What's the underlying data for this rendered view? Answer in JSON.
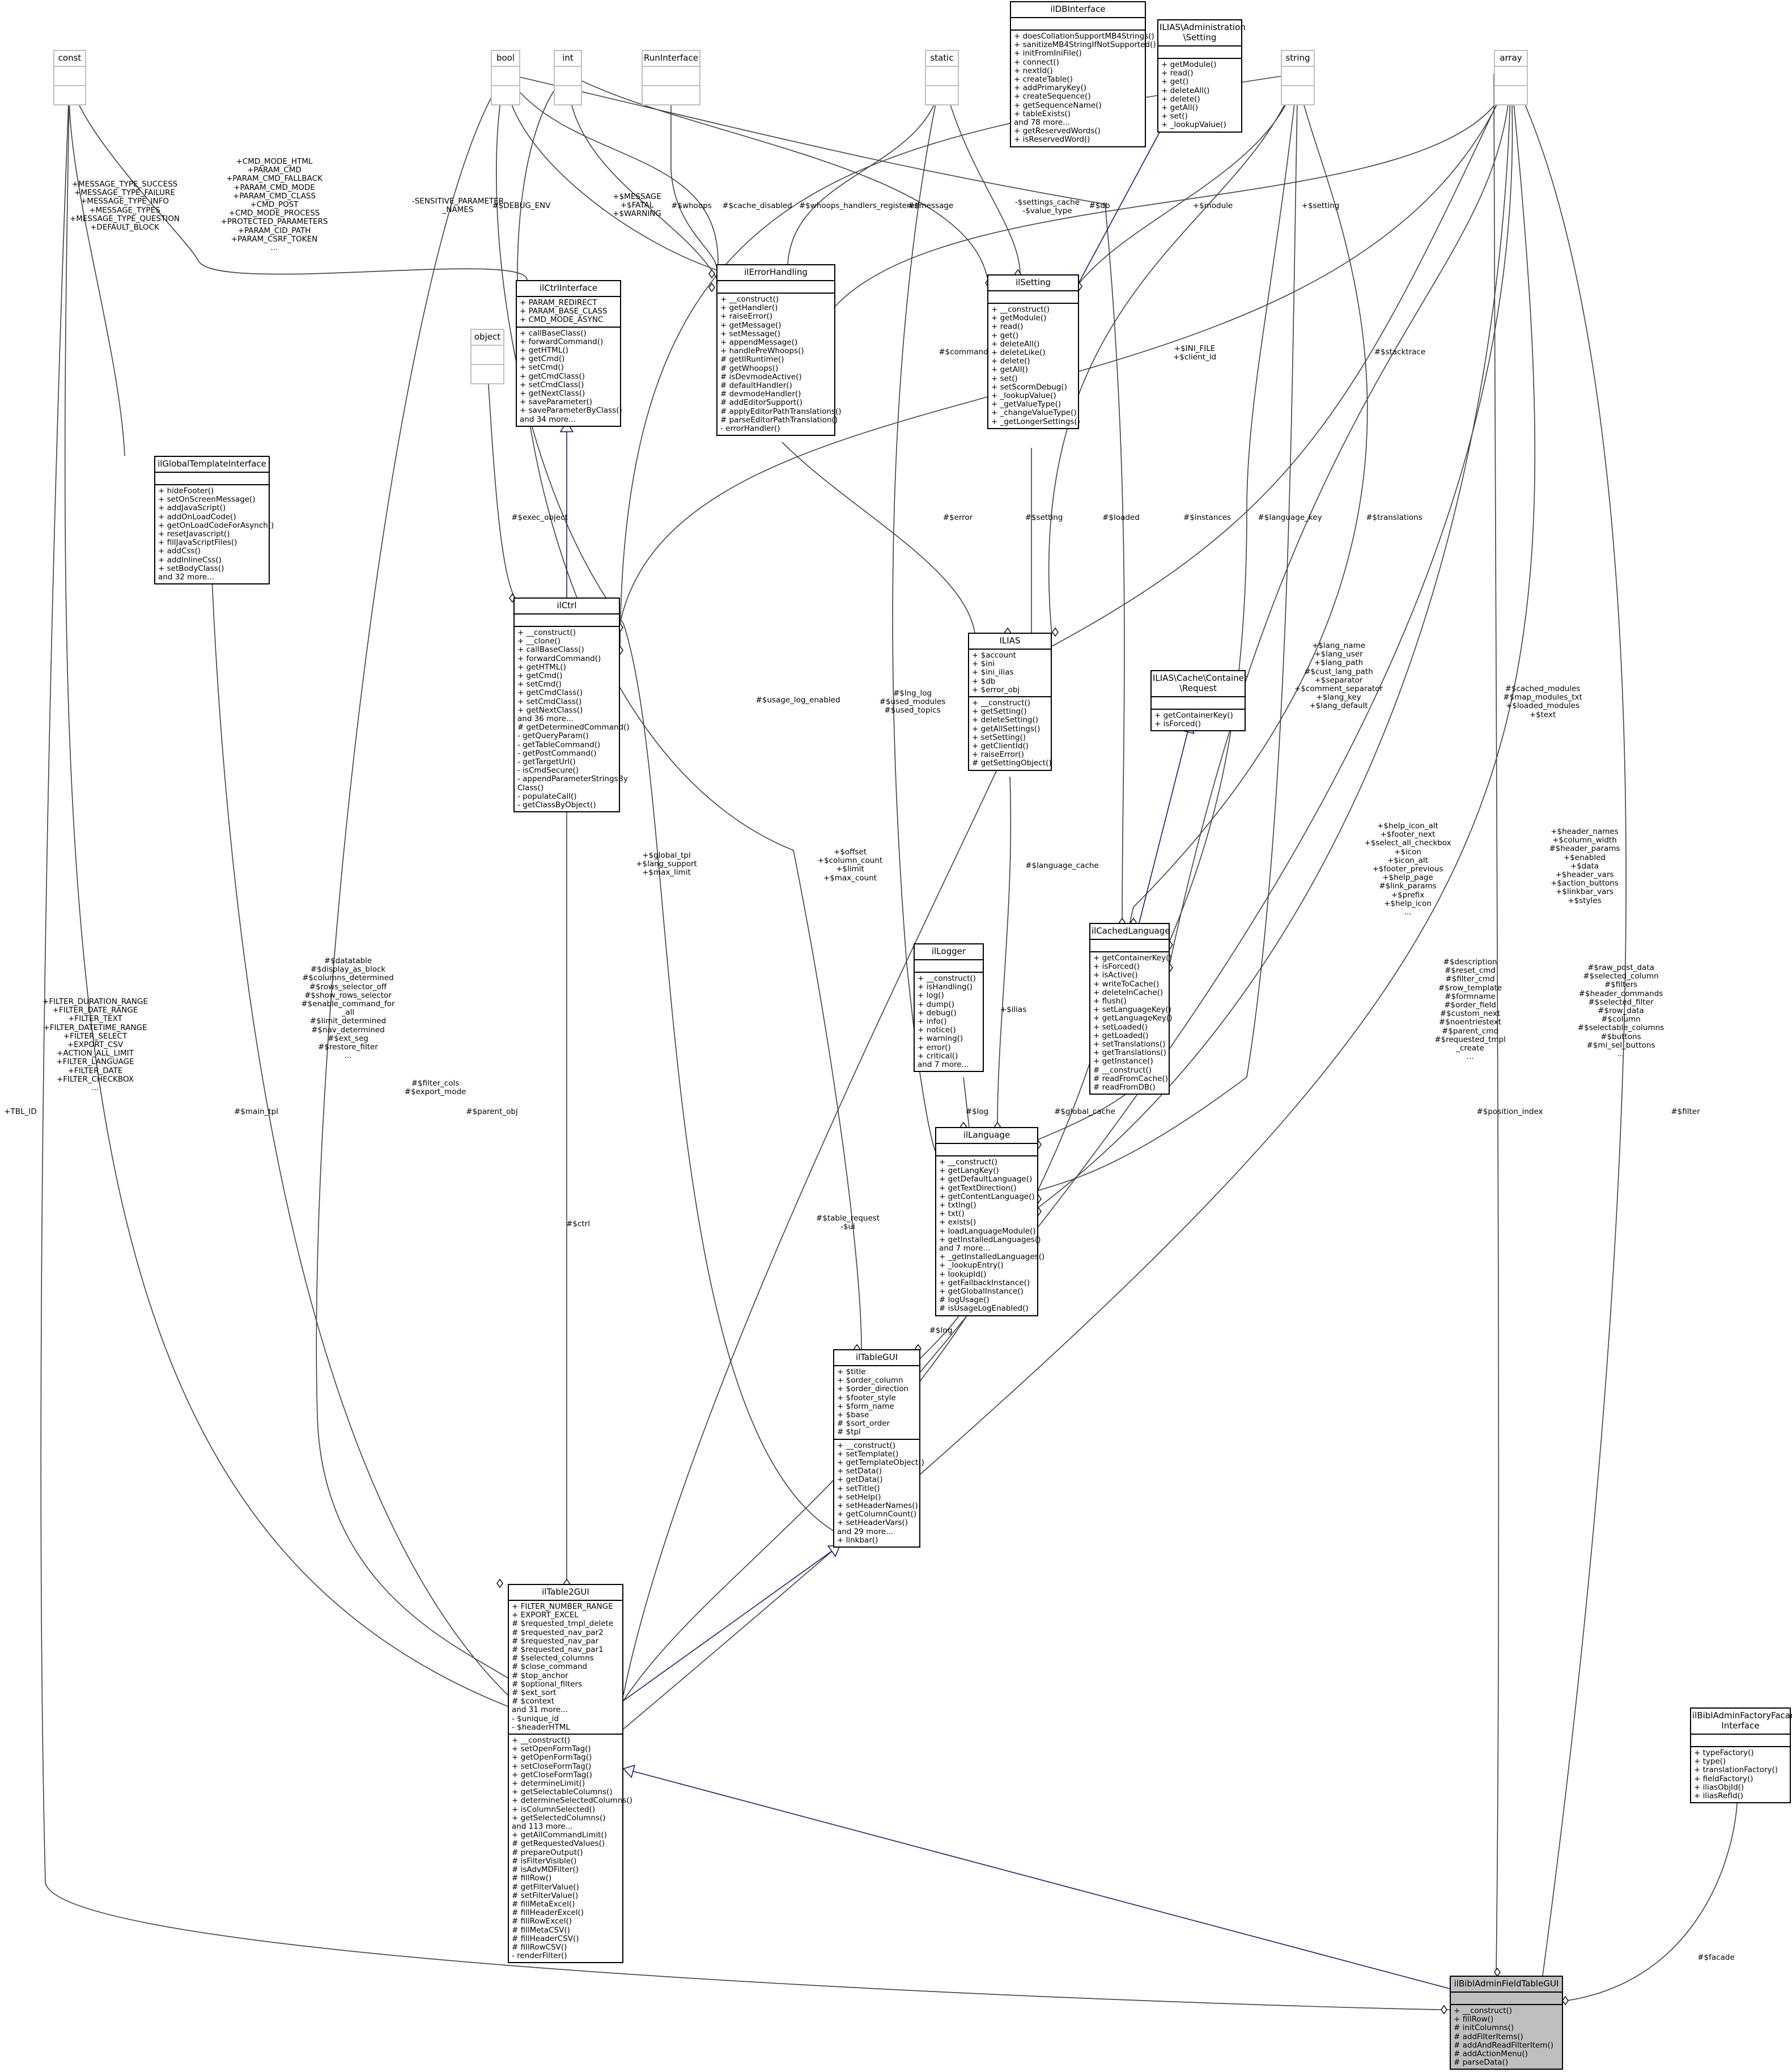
{
  "classes": {
    "const": {
      "title": "const",
      "attrs": [],
      "ops": []
    },
    "bool": {
      "title": "bool",
      "attrs": [],
      "ops": []
    },
    "int": {
      "title": "int",
      "attrs": [],
      "ops": []
    },
    "RunInterface": {
      "title": "RunInterface",
      "attrs": [],
      "ops": []
    },
    "static": {
      "title": "static",
      "attrs": [],
      "ops": []
    },
    "string": {
      "title": "string",
      "attrs": [],
      "ops": []
    },
    "array": {
      "title": "array",
      "attrs": [],
      "ops": []
    },
    "object": {
      "title": "object",
      "attrs": [],
      "ops": []
    },
    "ilDBInterface": {
      "title": "ilDBInterface",
      "attrs": [],
      "ops": [
        "+ doesCollationSupportMB4Strings()",
        "+ sanitizeMB4StringIfNotSupported()",
        "+ initFromIniFile()",
        "+ connect()",
        "+ nextId()",
        "+ createTable()",
        "+ addPrimaryKey()",
        "+ createSequence()",
        "+ getSequenceName()",
        "+ tableExists()",
        "and 78 more...",
        "+ getReservedWords()",
        "+ isReservedWord()"
      ]
    },
    "AdminSetting": {
      "title": "ILIAS\\Administration\n\\Setting",
      "attrs": [],
      "ops": [
        "+ getModule()",
        "+ read()",
        "+ get()",
        "+ deleteAll()",
        "+ delete()",
        "+ getAll()",
        "+ set()",
        "+ _lookupValue()"
      ]
    },
    "ilCtrlInterface": {
      "title": "ilCtrlInterface",
      "attrs": [
        "+ PARAM_REDIRECT",
        "+ PARAM_BASE_CLASS",
        "+ CMD_MODE_ASYNC"
      ],
      "ops": [
        "+ callBaseClass()",
        "+ forwardCommand()",
        "+ getHTML()",
        "+ getCmd()",
        "+ setCmd()",
        "+ getCmdClass()",
        "+ setCmdClass()",
        "+ getNextClass()",
        "+ saveParameter()",
        "+ saveParameterByClass()",
        "and 34 more..."
      ]
    },
    "ilErrorHandling": {
      "title": "ilErrorHandling",
      "attrs": [],
      "ops": [
        "+ __construct()",
        "+ getHandler()",
        "+ raiseError()",
        "+ getMessage()",
        "+ setMessage()",
        "+ appendMessage()",
        "+ handlePreWhoops()",
        "# getIlRuntime()",
        "# getWhoops()",
        "# isDevmodeActive()",
        "# defaultHandler()",
        "# devmodeHandler()",
        "# addEditorSupport()",
        "# applyEditorPathTranslations()",
        "# parseEditorPathTranslation()",
        "- errorHandler()"
      ]
    },
    "ilSetting": {
      "title": "ilSetting",
      "attrs": [],
      "ops": [
        "+ __construct()",
        "+ getModule()",
        "+ read()",
        "+ get()",
        "+ deleteAll()",
        "+ deleteLike()",
        "+ delete()",
        "+ getAll()",
        "+ set()",
        "+ setScormDebug()",
        "+ _lookupValue()",
        "+ _getValueType()",
        "+ _changeValueType()",
        "+ _getLongerSettings()"
      ]
    },
    "ilGlobalTemplateInterface": {
      "title": "ilGlobalTemplateInterface",
      "attrs": [],
      "ops": [
        "+ hideFooter()",
        "+ setOnScreenMessage()",
        "+ addJavaScript()",
        "+ addOnLoadCode()",
        "+ getOnLoadCodeForAsynch()",
        "+ resetJavascript()",
        "+ fillJavaScriptFiles()",
        "+ addCss()",
        "+ addInlineCss()",
        "+ setBodyClass()",
        "and 32 more..."
      ]
    },
    "ilCtrl": {
      "title": "ilCtrl",
      "attrs": [],
      "ops": [
        "+ __construct()",
        "+ __clone()",
        "+ callBaseClass()",
        "+ forwardCommand()",
        "+ getHTML()",
        "+ getCmd()",
        "+ setCmd()",
        "+ getCmdClass()",
        "+ setCmdClass()",
        "+ getNextClass()",
        "and 36 more...",
        "# getDeterminedCommand()",
        "- getQueryParam()",
        "- getTableCommand()",
        "- getPostCommand()",
        "- getTargetUrl()",
        "- isCmdSecure()",
        "- appendParameterStringsBy",
        "Class()",
        "- populateCall()",
        "- getClassByObject()"
      ]
    },
    "ILIAS": {
      "title": "ILIAS",
      "attrs": [
        "+ $account",
        "+ $ini",
        "+ $ini_ilias",
        "+ $db",
        "+ $error_obj"
      ],
      "ops": [
        "+ __construct()",
        "+ getSetting()",
        "+ deleteSetting()",
        "+ getAllSettings()",
        "+ setSetting()",
        "+ getClientId()",
        "+ raiseError()",
        "# getSettingObject()"
      ]
    },
    "CacheRequest": {
      "title": "ILIAS\\Cache\\Container\n\\Request",
      "attrs": [],
      "ops": [
        "+ getContainerKey()",
        "+ isForced()"
      ]
    },
    "ilCachedLanguage": {
      "title": "ilCachedLanguage",
      "attrs": [],
      "ops": [
        "+ getContainerKey()",
        "+ isForced()",
        "+ isActive()",
        "+ writeToCache()",
        "+ deleteInCache()",
        "+ flush()",
        "+ setLanguageKey()",
        "+ getLanguageKey()",
        "+ setLoaded()",
        "+ getLoaded()",
        "+ setTranslations()",
        "+ getTranslations()",
        "+ getInstance()",
        "# __construct()",
        "# readFromCache()",
        "# readFromDB()"
      ]
    },
    "ilLogger": {
      "title": "ilLogger",
      "attrs": [],
      "ops": [
        "+ __construct()",
        "+ isHandling()",
        "+ log()",
        "+ dump()",
        "+ debug()",
        "+ info()",
        "+ notice()",
        "+ warning()",
        "+ error()",
        "+ critical()",
        "and 7 more..."
      ]
    },
    "ilLanguage": {
      "title": "ilLanguage",
      "attrs": [],
      "ops": [
        "+ __construct()",
        "+ getLangKey()",
        "+ getDefaultLanguage()",
        "+ getTextDirection()",
        "+ getContentLanguage()",
        "+ txtlng()",
        "+ txt()",
        "+ exists()",
        "+ loadLanguageModule()",
        "+ getInstalledLanguages()",
        "and 7 more...",
        "+ _getInstalledLanguages()",
        "+ _lookupEntry()",
        "+ lookupId()",
        "+ getFallbackInstance()",
        "+ getGlobalInstance()",
        "# logUsage()",
        "# isUsageLogEnabled()"
      ]
    },
    "ilTableGUI": {
      "title": "ilTableGUI",
      "attrs": [
        "+ $title",
        "+ $order_column",
        "+ $order_direction",
        "+ $footer_style",
        "+ $form_name",
        "+ $base",
        "# $sort_order",
        "# $tpl"
      ],
      "ops": [
        "+ __construct()",
        "+ setTemplate()",
        "+ getTemplateObject()",
        "+ setData()",
        "+ getData()",
        "+ setTitle()",
        "+ setHelp()",
        "+ setHeaderNames()",
        "+ getColumnCount()",
        "+ setHeaderVars()",
        "and 29 more...",
        "+ linkbar()"
      ]
    },
    "ilTable2GUI": {
      "title": "ilTable2GUI",
      "attrs": [
        "+ FILTER_NUMBER_RANGE",
        "+ EXPORT_EXCEL",
        "# $requested_tmpl_delete",
        "# $requested_nav_par2",
        "# $requested_nav_par",
        "# $requested_nav_par1",
        "# $selected_columns",
        "# $close_command",
        "# $top_anchor",
        "# $optional_filters",
        "# $ext_sort",
        "# $context",
        "and 31 more...",
        "- $unique_id",
        "- $headerHTML"
      ],
      "ops": [
        "+ __construct()",
        "+ setOpenFormTag()",
        "+ getOpenFormTag()",
        "+ setCloseFormTag()",
        "+ getCloseFormTag()",
        "+ determineLimit()",
        "+ getSelectableColumns()",
        "+ determineSelectedColumns()",
        "+ isColumnSelected()",
        "+ getSelectedColumns()",
        "and 113 more...",
        "+ getAllCommandLimit()",
        "# getRequestedValues()",
        "# prepareOutput()",
        "# isFilterVisible()",
        "# isAdvMDFilter()",
        "# fillRow()",
        "# getFilterValue()",
        "# setFilterValue()",
        "# fillMetaExcel()",
        "# fillHeaderExcel()",
        "# fillRowExcel()",
        "# fillMetaCSV()",
        "# fillHeaderCSV()",
        "# fillRowCSV()",
        "- renderFilter()"
      ]
    },
    "ilBiblAdminFactoryFacadeInterface": {
      "title": "ilBiblAdminFactoryFacade\nInterface",
      "attrs": [],
      "ops": [
        "+ typeFactory()",
        "+ type()",
        "+ translationFactory()",
        "+ fieldFactory()",
        "+ iliasObjId()",
        "+ iliasRefId()"
      ]
    },
    "ilBiblAdminFieldTableGUI": {
      "title": "ilBiblAdminFieldTableGUI",
      "attrs": [],
      "ops": [
        "+ __construct()",
        "+ fillRow()",
        "# initColumns()",
        "# addFilterItems()",
        "# addAndReadFilterItem()",
        "# addActionMenu()",
        "# parseData()"
      ]
    }
  },
  "edge_labels": {
    "const_ctrlif": "+CMD_MODE_HTML\n+PARAM_CMD\n+PARAM_CMD_FALLBACK\n+PARAM_CMD_MODE\n+PARAM_CMD_CLASS\n+CMD_POST\n+CMD_MODE_PROCESS\n+PROTECTED_PARAMETERS\n+PARAM_CID_PATH\n+PARAM_CSRF_TOKEN\n...",
    "const_gti": "+MESSAGE_TYPE_SUCCESS\n+MESSAGE_TYPE_FAILURE\n+MESSAGE_TYPE_INFO\n+MESSAGE_TYPES\n+MESSAGE_TYPE_QUESTION\n+DEFAULT_BLOCK",
    "sens": "-SENSITIVE_PARAMETER\n_NAMES",
    "debug_env": "#$DEBUG_ENV",
    "message_fatal": "+$MESSAGE\n+$FATAL\n+$WARNING",
    "whoops": "#$whoops",
    "cache_disabled": "#$cache_disabled",
    "whoops_reg": "#$whoops_handlers_registered",
    "message": "#$message",
    "settings_cache": "-$settings_cache\n-$value_type",
    "db": "#$db",
    "module": "+$module",
    "setting_str": "+$setting",
    "command": "#$command",
    "ini_file": "+$INI_FILE\n+$client_id",
    "stacktrace": "#$stacktrace",
    "exec_object": "#$exec_object",
    "error": "#$error",
    "setting": "#$setting",
    "loaded": "#$loaded",
    "instances": "#$instances",
    "language_key": "#$language_key",
    "translations": "#$translations",
    "usage_log": "#$usage_log_enabled",
    "lng_log": "#$lng_log\n#$used_modules\n#$used_topics",
    "lang_name": "+$lang_name\n+$lang_user\n+$lang_path\n#$cust_lang_path\n+$separator\n+$comment_separator\n+$lang_key\n+$lang_default",
    "cached_modules": "#$cached_modules\n#$map_modules_txt\n+$loaded_modules\n+$text",
    "global_tpl": "+$global_tpl\n+$lang_support\n+$max_limit",
    "offset": "+$offset\n+$column_count\n+$limit\n+$max_count",
    "language_cache": "#$language_cache",
    "help_icon": "+$help_icon_alt\n+$footer_next\n+$select_all_checkbox\n+$icon\n+$icon_alt\n+$footer_previous\n+$help_page\n#$link_params\n+$prefix\n+$help_icon\n...",
    "header_names": "+$header_names\n+$column_width\n#$header_params\n+$enabled\n+$data\n+$header_vars\n+$action_buttons\n+$linkbar_vars\n+$styles",
    "filter_duration": "+FILTER_DURATION_RANGE\n+FILTER_DATE_RANGE\n+FILTER_TEXT\n+FILTER_DATETIME_RANGE\n+FILTER_SELECT\n+EXPORT_CSV\n+ACTION_ALL_LIMIT\n+FILTER_LANGUAGE\n+FILTER_DATE\n+FILTER_CHECKBOX\n...",
    "datatable": "#$datatable\n#$display_as_block\n#$columns_determined\n#$rows_selector_off\n#$show_rows_selector\n#$enable_command_for\n_all\n#$limit_determined\n#$nav_determined\n#$ext_seg\n#$restore_filter\n...",
    "filter_cols": "#$filter_cols\n#$export_mode",
    "ilias": "+$ilias",
    "description": "#$description\n#$reset_cmd\n#$filter_cmd\n#$row_template\n#$formname\n#$order_field\n#$custom_next\n#$noentriestext\n#$parent_cmd\n#$requested_tmpl\n_create\n...",
    "raw_post": "#$raw_post_data\n#$selected_column\n#$filters\n#$header_commands\n#$selected_filter\n#$row_data\n#$column\n#$selectable_columns\n#$buttons\n#$mi_sel_buttons\n...",
    "log": "#$log",
    "global_cache": "#$global_cache",
    "main_tpl": "#$main_tpl",
    "parent_obj": "#$parent_obj",
    "ctrl": "#$ctrl",
    "table_request": "#$table_request\n-$ui",
    "lng": "#$lng",
    "tbl_id": "+TBL_ID",
    "position_index": "#$position_index",
    "filter": "#$filter",
    "facade": "#$facade"
  }
}
